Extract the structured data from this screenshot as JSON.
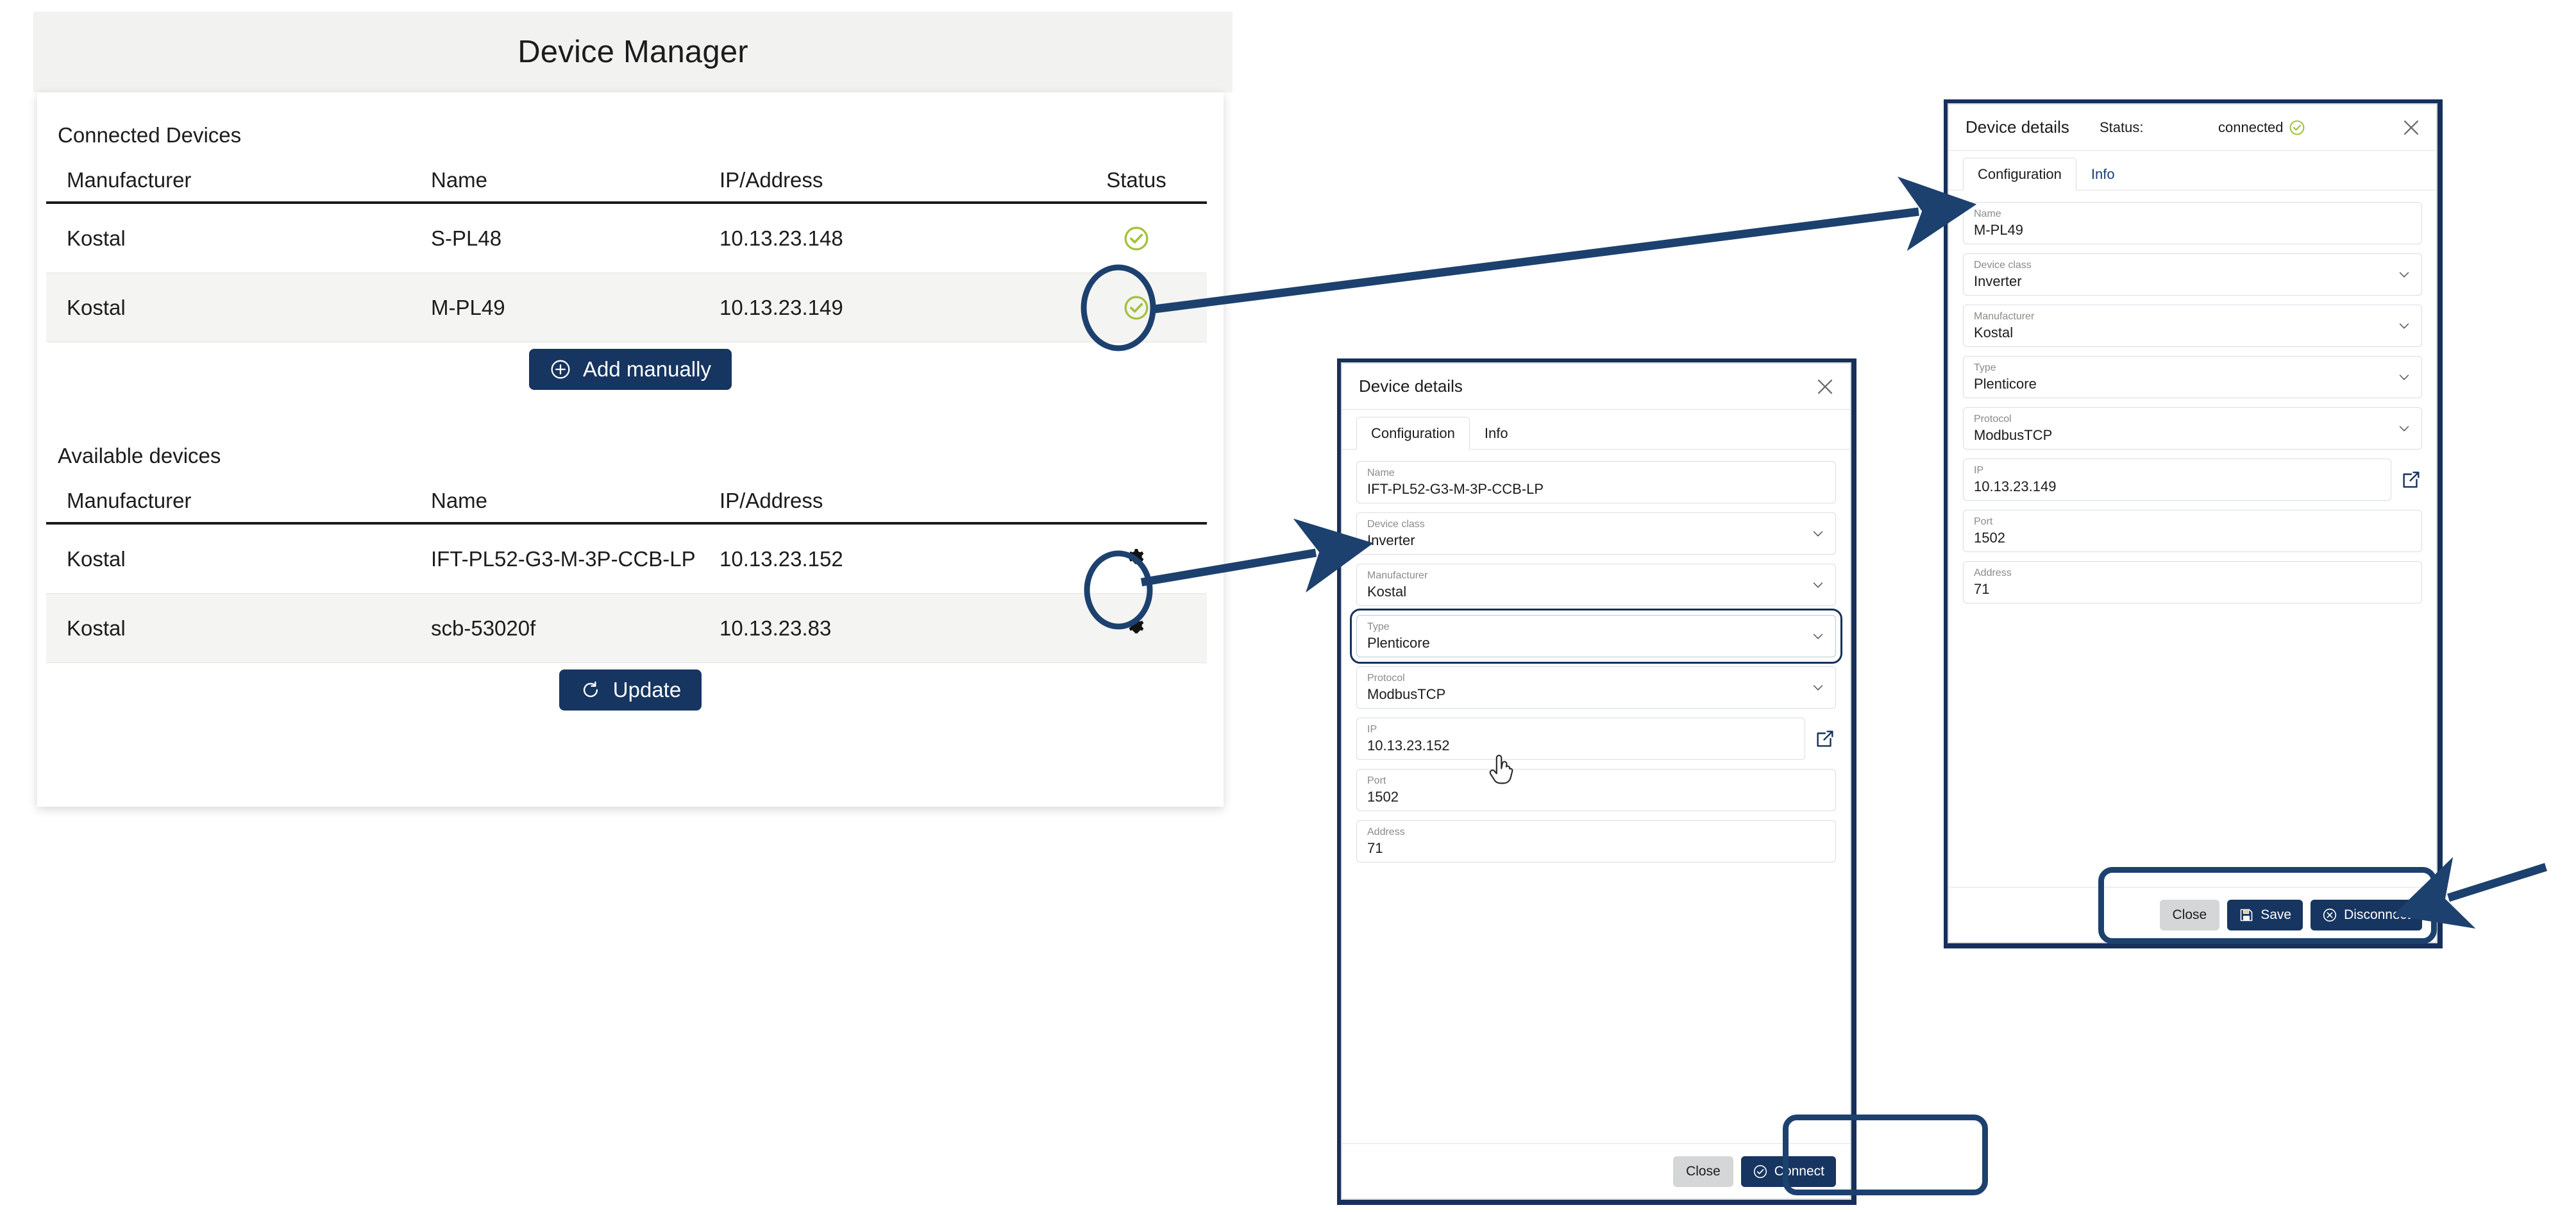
{
  "app": {
    "title": "Device Manager"
  },
  "connected_section": {
    "label": "Connected Devices",
    "columns": [
      "Manufacturer",
      "Name",
      "IP/Address",
      "Status"
    ],
    "rows": [
      {
        "manufacturer": "Kostal",
        "name": "S-PL48",
        "ip": "10.13.23.148",
        "status_icon": "check-circle-icon"
      },
      {
        "manufacturer": "Kostal",
        "name": "M-PL49",
        "ip": "10.13.23.149",
        "status_icon": "check-circle-icon"
      }
    ],
    "add_button": {
      "label": "Add manually",
      "icon": "plus-circle-icon"
    }
  },
  "available_section": {
    "label": "Available devices",
    "columns": [
      "Manufacturer",
      "Name",
      "IP/Address"
    ],
    "rows": [
      {
        "manufacturer": "Kostal",
        "name": "IFT-PL52-G3-M-3P-CCB-LP",
        "ip": "10.13.23.152",
        "action_icon": "gear-icon"
      },
      {
        "manufacturer": "Kostal",
        "name": "scb-53020f",
        "ip": "10.13.23.83",
        "action_icon": "gear-icon"
      }
    ],
    "update_button": {
      "label": "Update",
      "icon": "refresh-icon"
    }
  },
  "dialog_available": {
    "title": "Device details",
    "close_icon": "close-icon",
    "tabs": [
      {
        "label": "Configuration",
        "active": true
      },
      {
        "label": "Info",
        "active": false
      }
    ],
    "fields": [
      {
        "label": "Name",
        "value": "IFT-PL52-G3-M-3P-CCB-LP",
        "control": "text"
      },
      {
        "label": "Device class",
        "value": "Inverter",
        "control": "select"
      },
      {
        "label": "Manufacturer",
        "value": "Kostal",
        "control": "select"
      },
      {
        "label": "Type",
        "value": "Plenticore",
        "control": "select",
        "highlighted": true
      },
      {
        "label": "Protocol",
        "value": "ModbusTCP",
        "control": "select"
      },
      {
        "label": "IP",
        "value": "10.13.23.152",
        "control": "text",
        "trailing_icon": "external-link-icon"
      },
      {
        "label": "Port",
        "value": "1502",
        "control": "text"
      },
      {
        "label": "Address",
        "value": "71",
        "control": "text"
      }
    ],
    "footer": {
      "close_label": "Close",
      "primary_label": "Connect",
      "primary_icon": "check-circle-icon"
    }
  },
  "dialog_connected": {
    "title": "Device details",
    "status_label": "Status:",
    "status_value": "connected",
    "status_icon": "check-circle-icon",
    "close_icon": "close-icon",
    "tabs": [
      {
        "label": "Configuration",
        "active": true
      },
      {
        "label": "Info",
        "active": false
      }
    ],
    "fields": [
      {
        "label": "Name",
        "value": "M-PL49",
        "control": "text"
      },
      {
        "label": "Device class",
        "value": "Inverter",
        "control": "select"
      },
      {
        "label": "Manufacturer",
        "value": "Kostal",
        "control": "select"
      },
      {
        "label": "Type",
        "value": "Plenticore",
        "control": "select"
      },
      {
        "label": "Protocol",
        "value": "ModbusTCP",
        "control": "select"
      },
      {
        "label": "IP",
        "value": "10.13.23.149",
        "control": "text",
        "trailing_icon": "external-link-icon"
      },
      {
        "label": "Port",
        "value": "1502",
        "control": "text"
      },
      {
        "label": "Address",
        "value": "71",
        "control": "text"
      }
    ],
    "footer": {
      "close_label": "Close",
      "save_label": "Save",
      "save_icon": "save-icon",
      "disconnect_label": "Disconnect",
      "disconnect_icon": "cancel-circle-icon"
    }
  },
  "colors": {
    "navy": "#163560",
    "annotation": "#1d416e",
    "status_green": "#a3c23c",
    "header_bg": "#f2f2f0",
    "row_alt": "#f4f4f2"
  }
}
